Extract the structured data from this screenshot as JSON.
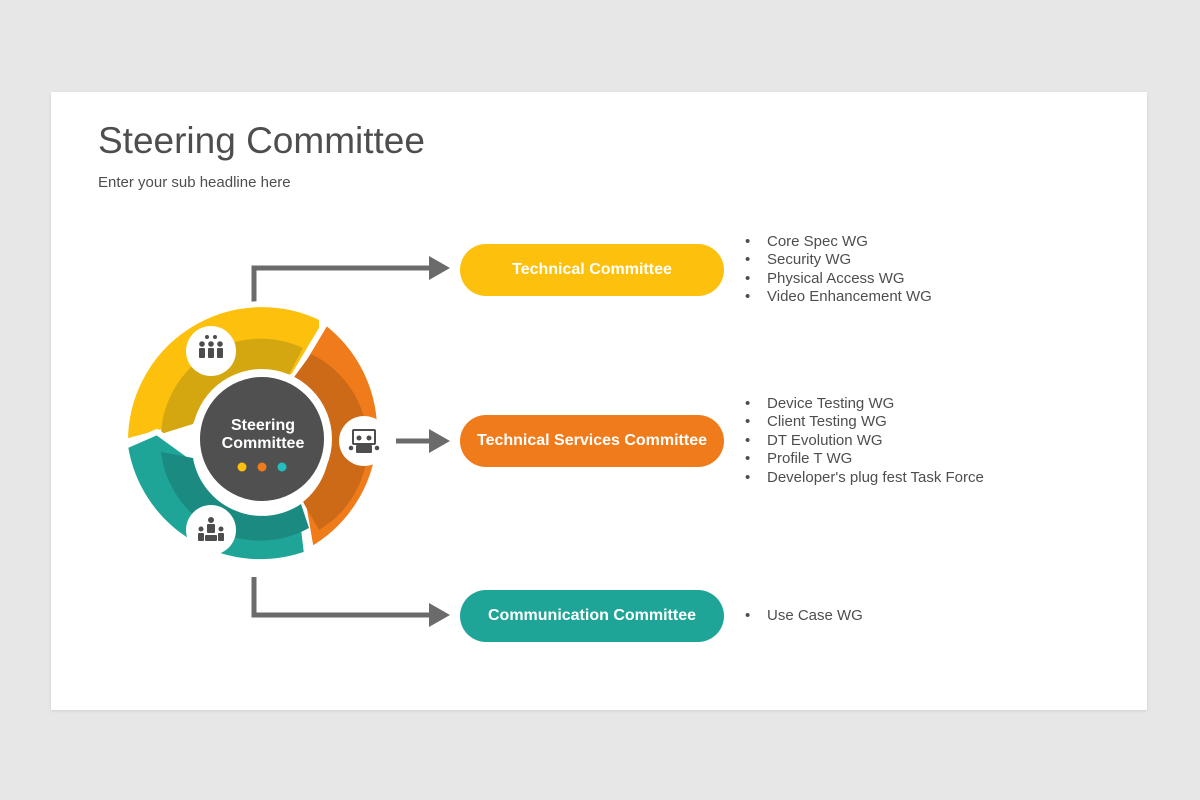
{
  "slide": {
    "title": "Steering Committee",
    "subtitle": "Enter your sub headline here"
  },
  "diagram": {
    "center_label": "Steering\nCommittee",
    "center_label_line1": "Steering",
    "center_label_line2": "Committee",
    "segments": [
      {
        "color": "#fcc00d",
        "icon": "team-meeting-icon"
      },
      {
        "color": "#f07b1a",
        "icon": "conference-table-icon"
      },
      {
        "color": "#1fa597",
        "icon": "presentation-group-icon"
      }
    ],
    "dot_colors": [
      "#fcc00d",
      "#f07b1a",
      "#21bfbe"
    ],
    "committees": [
      {
        "label": "Technical Committee",
        "color": "#fcc00d",
        "items": [
          "Core Spec WG",
          "Security WG",
          "Physical Access WG",
          "Video Enhancement WG"
        ]
      },
      {
        "label": "Technical Services Committee",
        "color": "#f07b1a",
        "items": [
          "Device Testing WG",
          "Client Testing WG",
          "DT Evolution WG",
          "Profile T WG",
          "Developer's plug fest Task Force"
        ]
      },
      {
        "label": "Communication Committee",
        "color": "#1fa597",
        "items": [
          "Use Case WG"
        ]
      }
    ]
  }
}
